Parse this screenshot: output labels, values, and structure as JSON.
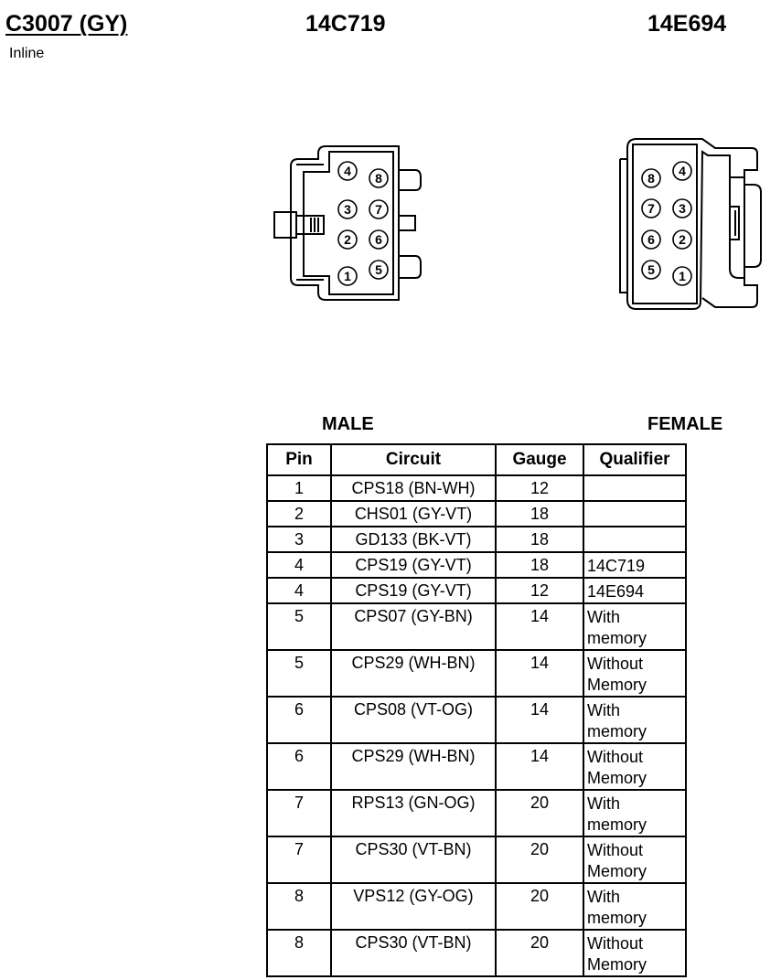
{
  "header": {
    "connector_id": "C3007 (GY)",
    "subtitle": "Inline",
    "part_male": "14C719",
    "part_female": "14E694"
  },
  "labels": {
    "male": "MALE",
    "female": "FEMALE"
  },
  "male_connector": {
    "pins": [
      "4",
      "8",
      "3",
      "7",
      "2",
      "6",
      "1",
      "5"
    ]
  },
  "female_connector": {
    "pins": [
      "8",
      "4",
      "7",
      "3",
      "6",
      "2",
      "5",
      "1"
    ]
  },
  "table": {
    "headers": [
      "Pin",
      "Circuit",
      "Gauge",
      "Qualifier"
    ],
    "rows": [
      {
        "pin": "1",
        "circuit": "CPS18 (BN-WH)",
        "gauge": "12",
        "q1": "",
        "q2": ""
      },
      {
        "pin": "2",
        "circuit": "CHS01 (GY-VT)",
        "gauge": "18",
        "q1": "",
        "q2": ""
      },
      {
        "pin": "3",
        "circuit": "GD133 (BK-VT)",
        "gauge": "18",
        "q1": "",
        "q2": ""
      },
      {
        "pin": "4",
        "circuit": "CPS19 (GY-VT)",
        "gauge": "18",
        "q1": "14C719",
        "q2": ""
      },
      {
        "pin": "4",
        "circuit": "CPS19 (GY-VT)",
        "gauge": "12",
        "q1": "14E694",
        "q2": ""
      },
      {
        "pin": "5",
        "circuit": "CPS07 (GY-BN)",
        "gauge": "14",
        "q1": "With",
        "q2": "memory"
      },
      {
        "pin": "5",
        "circuit": "CPS29 (WH-BN)",
        "gauge": "14",
        "q1": "Without",
        "q2": "Memory"
      },
      {
        "pin": "6",
        "circuit": "CPS08 (VT-OG)",
        "gauge": "14",
        "q1": "With",
        "q2": "memory"
      },
      {
        "pin": "6",
        "circuit": "CPS29 (WH-BN)",
        "gauge": "14",
        "q1": "Without",
        "q2": "Memory"
      },
      {
        "pin": "7",
        "circuit": "RPS13 (GN-OG)",
        "gauge": "20",
        "q1": "With",
        "q2": "memory"
      },
      {
        "pin": "7",
        "circuit": "CPS30 (VT-BN)",
        "gauge": "20",
        "q1": "Without",
        "q2": "Memory"
      },
      {
        "pin": "8",
        "circuit": "VPS12 (GY-OG)",
        "gauge": "20",
        "q1": "With",
        "q2": "memory"
      },
      {
        "pin": "8",
        "circuit": "CPS30 (VT-BN)",
        "gauge": "20",
        "q1": "Without",
        "q2": "Memory"
      }
    ]
  }
}
